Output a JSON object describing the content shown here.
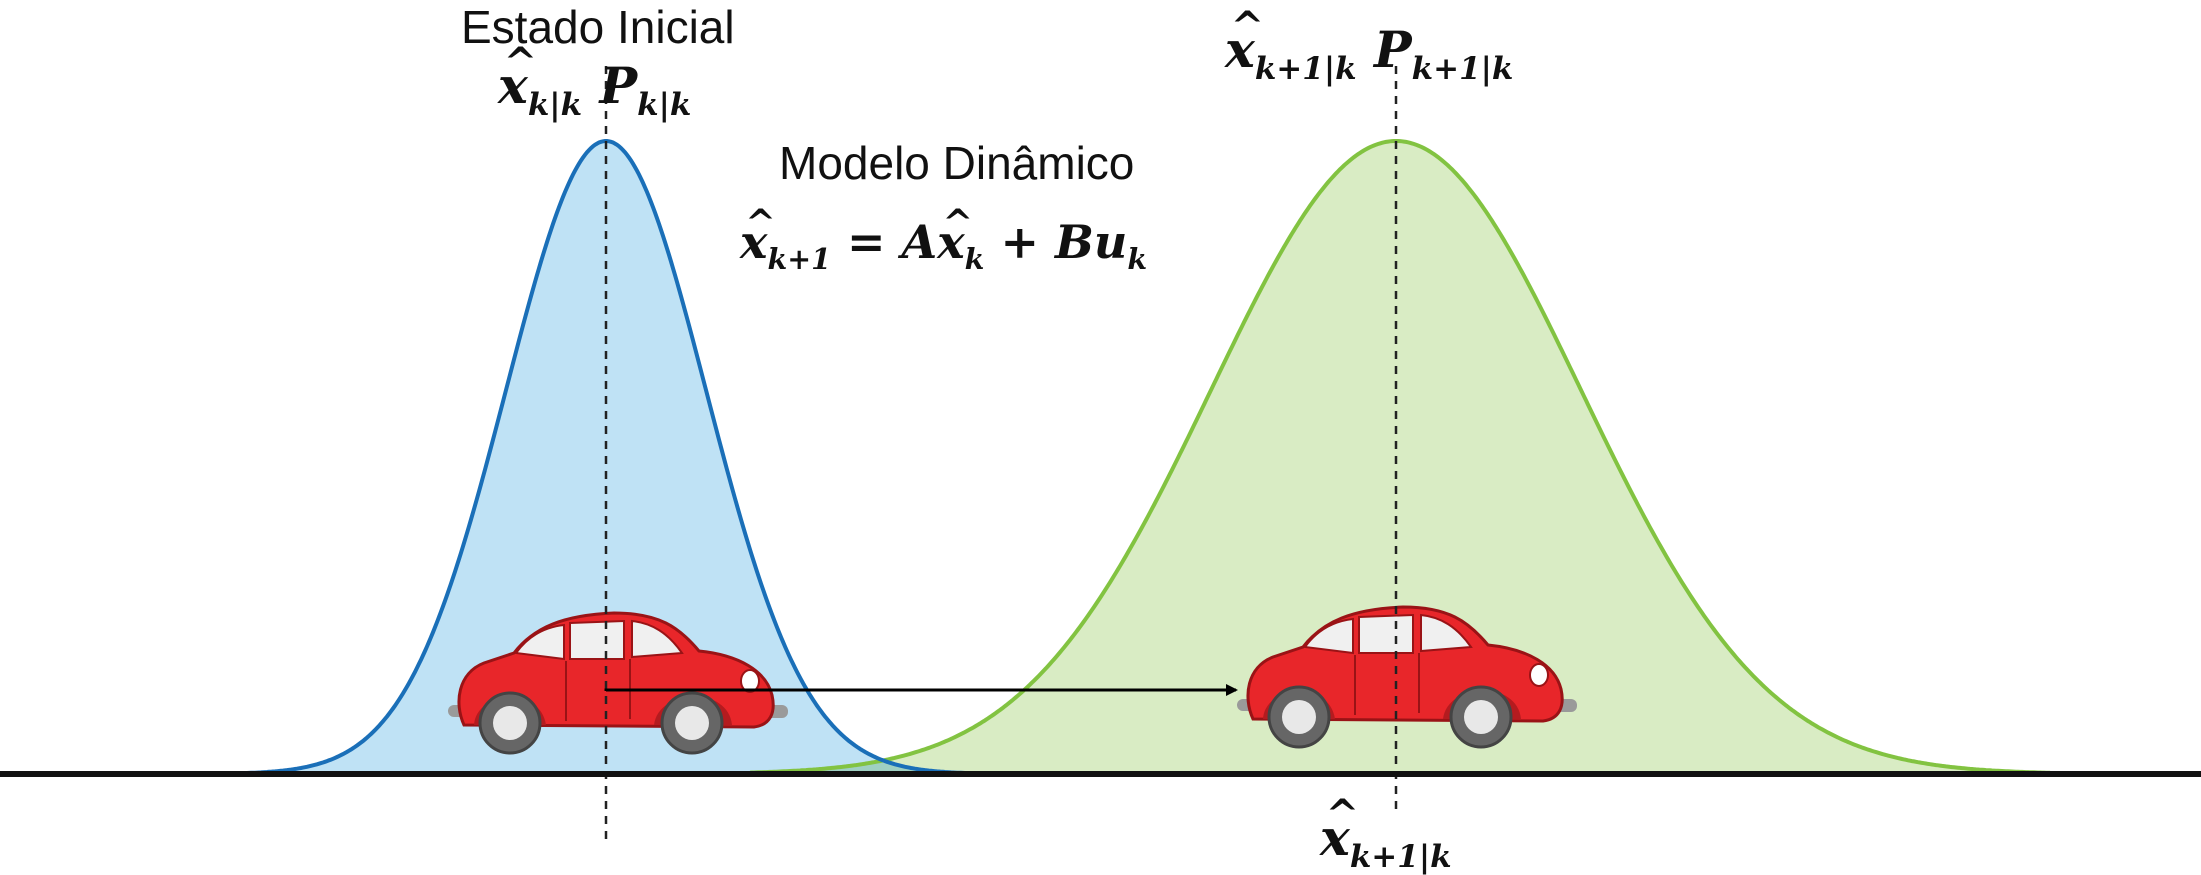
{
  "labels": {
    "initial_state": "Estado Inicial",
    "dynamic_model": "Modelo Dinâmico"
  },
  "initial_estimate": {
    "x_base": "x",
    "x_sub": "k|k",
    "p_base": "P",
    "p_sub": "k|k"
  },
  "predicted_estimate": {
    "x_base": "x",
    "x_sub": "k+1|k",
    "p_base": "P",
    "p_sub": "k+1|k"
  },
  "bottom_estimate": {
    "x_base": "x",
    "x_sub": "k+1|k"
  },
  "equation": {
    "lhs_base": "x",
    "lhs_sub": "k+1",
    "equals": "=",
    "a": "A",
    "x_base": "x",
    "x_sub": "k",
    "plus": "+",
    "b": "B",
    "u_base": "u",
    "u_sub": "k"
  },
  "colors": {
    "initial_curve": "#1a6fb8",
    "initial_fill": "#bfe2f5",
    "predicted_curve": "#82c341",
    "predicted_fill": "#d9ecc4",
    "overlap_fill": "#9fd0c2",
    "car_body": "#e8262a",
    "ground": "#111111"
  },
  "icons": [
    "car-icon"
  ]
}
